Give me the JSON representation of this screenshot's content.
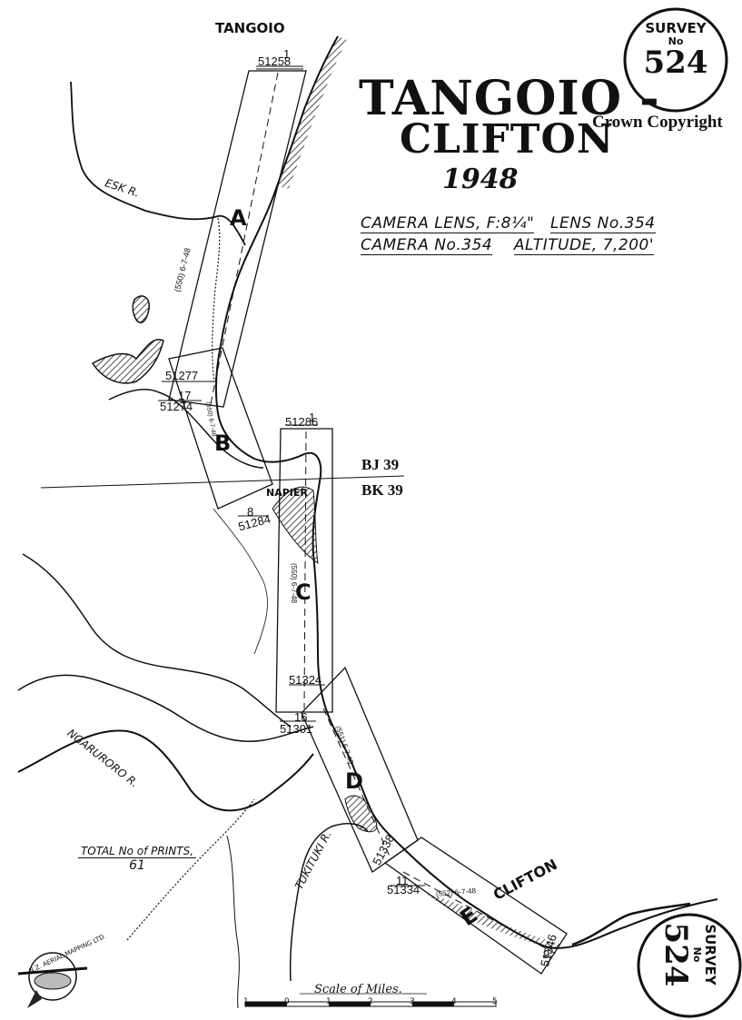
{
  "map": {
    "title_line1": "TANGOIO -",
    "title_line2": "CLIFTON",
    "year": "1948",
    "copyright": "Crown Copyright",
    "camera_lens": "CAMERA LENS, F:8¼\"",
    "lens_no": "LENS No.354",
    "camera_no": "CAMERA No.354",
    "altitude": "ALTITUDE, 7,200'",
    "badge_top": {
      "line1": "SURVEY",
      "line2": "No",
      "number": "524"
    },
    "badge_bottom": {
      "line1": "SURVEY",
      "line2": "No",
      "number": "524"
    },
    "total_prints_label": "TOTAL No of PRINTS,",
    "total_prints_value": "61",
    "scale_title": "Scale of Miles.",
    "scale_ticks": [
      "1",
      "0",
      "1",
      "2",
      "3",
      "4",
      "5"
    ],
    "sheet_north": "BJ 39",
    "sheet_south": "BK 39"
  },
  "places": {
    "tangoio": "TANGOIO",
    "napier": "NAPIER",
    "clifton": "CLIFTON"
  },
  "rivers": {
    "esk": "ESK R.",
    "ngaruroro": "NGARURORO R.",
    "tukituki": "TUKITUKI R."
  },
  "runs": [
    {
      "letter": "A",
      "frames": [
        "1",
        "51258",
        "51277",
        "17",
        "51274"
      ],
      "annotation": "(550) 6-7-48"
    },
    {
      "letter": "B",
      "frames": [
        "8",
        "51284"
      ],
      "annotation": "(550) 6-7-48"
    },
    {
      "letter": "C",
      "frames": [
        "1",
        "51286",
        "51324",
        "16",
        "51301"
      ],
      "annotation": "(550) 6-7-48"
    },
    {
      "letter": "D",
      "frames": [
        "51338",
        "11",
        "51334"
      ],
      "annotation": "(551) 6-7-48"
    },
    {
      "letter": "E",
      "frames": [
        "9",
        "51346"
      ],
      "annotation": "(552) 6-7-48"
    }
  ],
  "logo": {
    "text": "N.Z. AERIAL MAPPING LTD."
  }
}
